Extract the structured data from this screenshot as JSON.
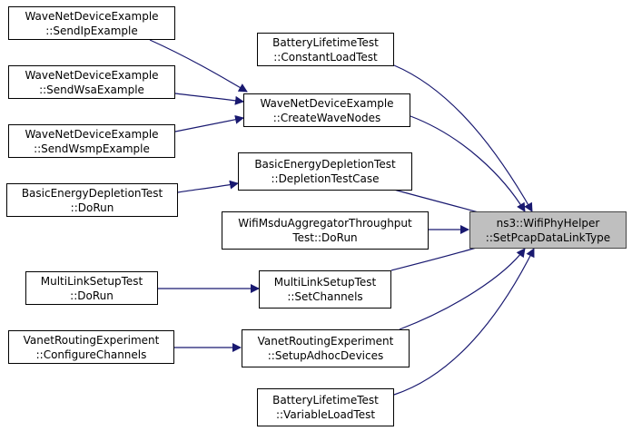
{
  "colors": {
    "edge": "#191970",
    "node_border": "#000000",
    "target_fill": "#bfbfbf"
  },
  "target": {
    "line1": "ns3::WifiPhyHelper",
    "line2": "::SetPcapDataLinkType"
  },
  "nodes": {
    "wave_send_ip": {
      "line1": "WaveNetDeviceExample",
      "line2": "::SendIpExample"
    },
    "wave_send_wsa": {
      "line1": "WaveNetDeviceExample",
      "line2": "::SendWsaExample"
    },
    "wave_send_wsmp": {
      "line1": "WaveNetDeviceExample",
      "line2": "::SendWsmpExample"
    },
    "energy_dorun": {
      "line1": "BasicEnergyDepletionTest",
      "line2": "::DoRun"
    },
    "mlo_dorun": {
      "line1": "MultiLinkSetupTest",
      "line2": "::DoRun"
    },
    "vanet_configure": {
      "line1": "VanetRoutingExperiment",
      "line2": "::ConfigureChannels"
    },
    "battery_constant": {
      "line1": "BatteryLifetimeTest",
      "line2": "::ConstantLoadTest"
    },
    "wave_create_nodes": {
      "line1": "WaveNetDeviceExample",
      "line2": "::CreateWaveNodes"
    },
    "energy_depletion_case": {
      "line1": "BasicEnergyDepletionTest",
      "line2": "::DepletionTestCase"
    },
    "msdu_dorun": {
      "line1": "WifiMsduAggregatorThroughput",
      "line2": "Test::DoRun"
    },
    "mlo_set_channels": {
      "line1": "MultiLinkSetupTest",
      "line2": "::SetChannels"
    },
    "vanet_setup_adhoc": {
      "line1": "VanetRoutingExperiment",
      "line2": "::SetupAdhocDevices"
    },
    "battery_variable": {
      "line1": "BatteryLifetimeTest",
      "line2": "::VariableLoadTest"
    }
  }
}
